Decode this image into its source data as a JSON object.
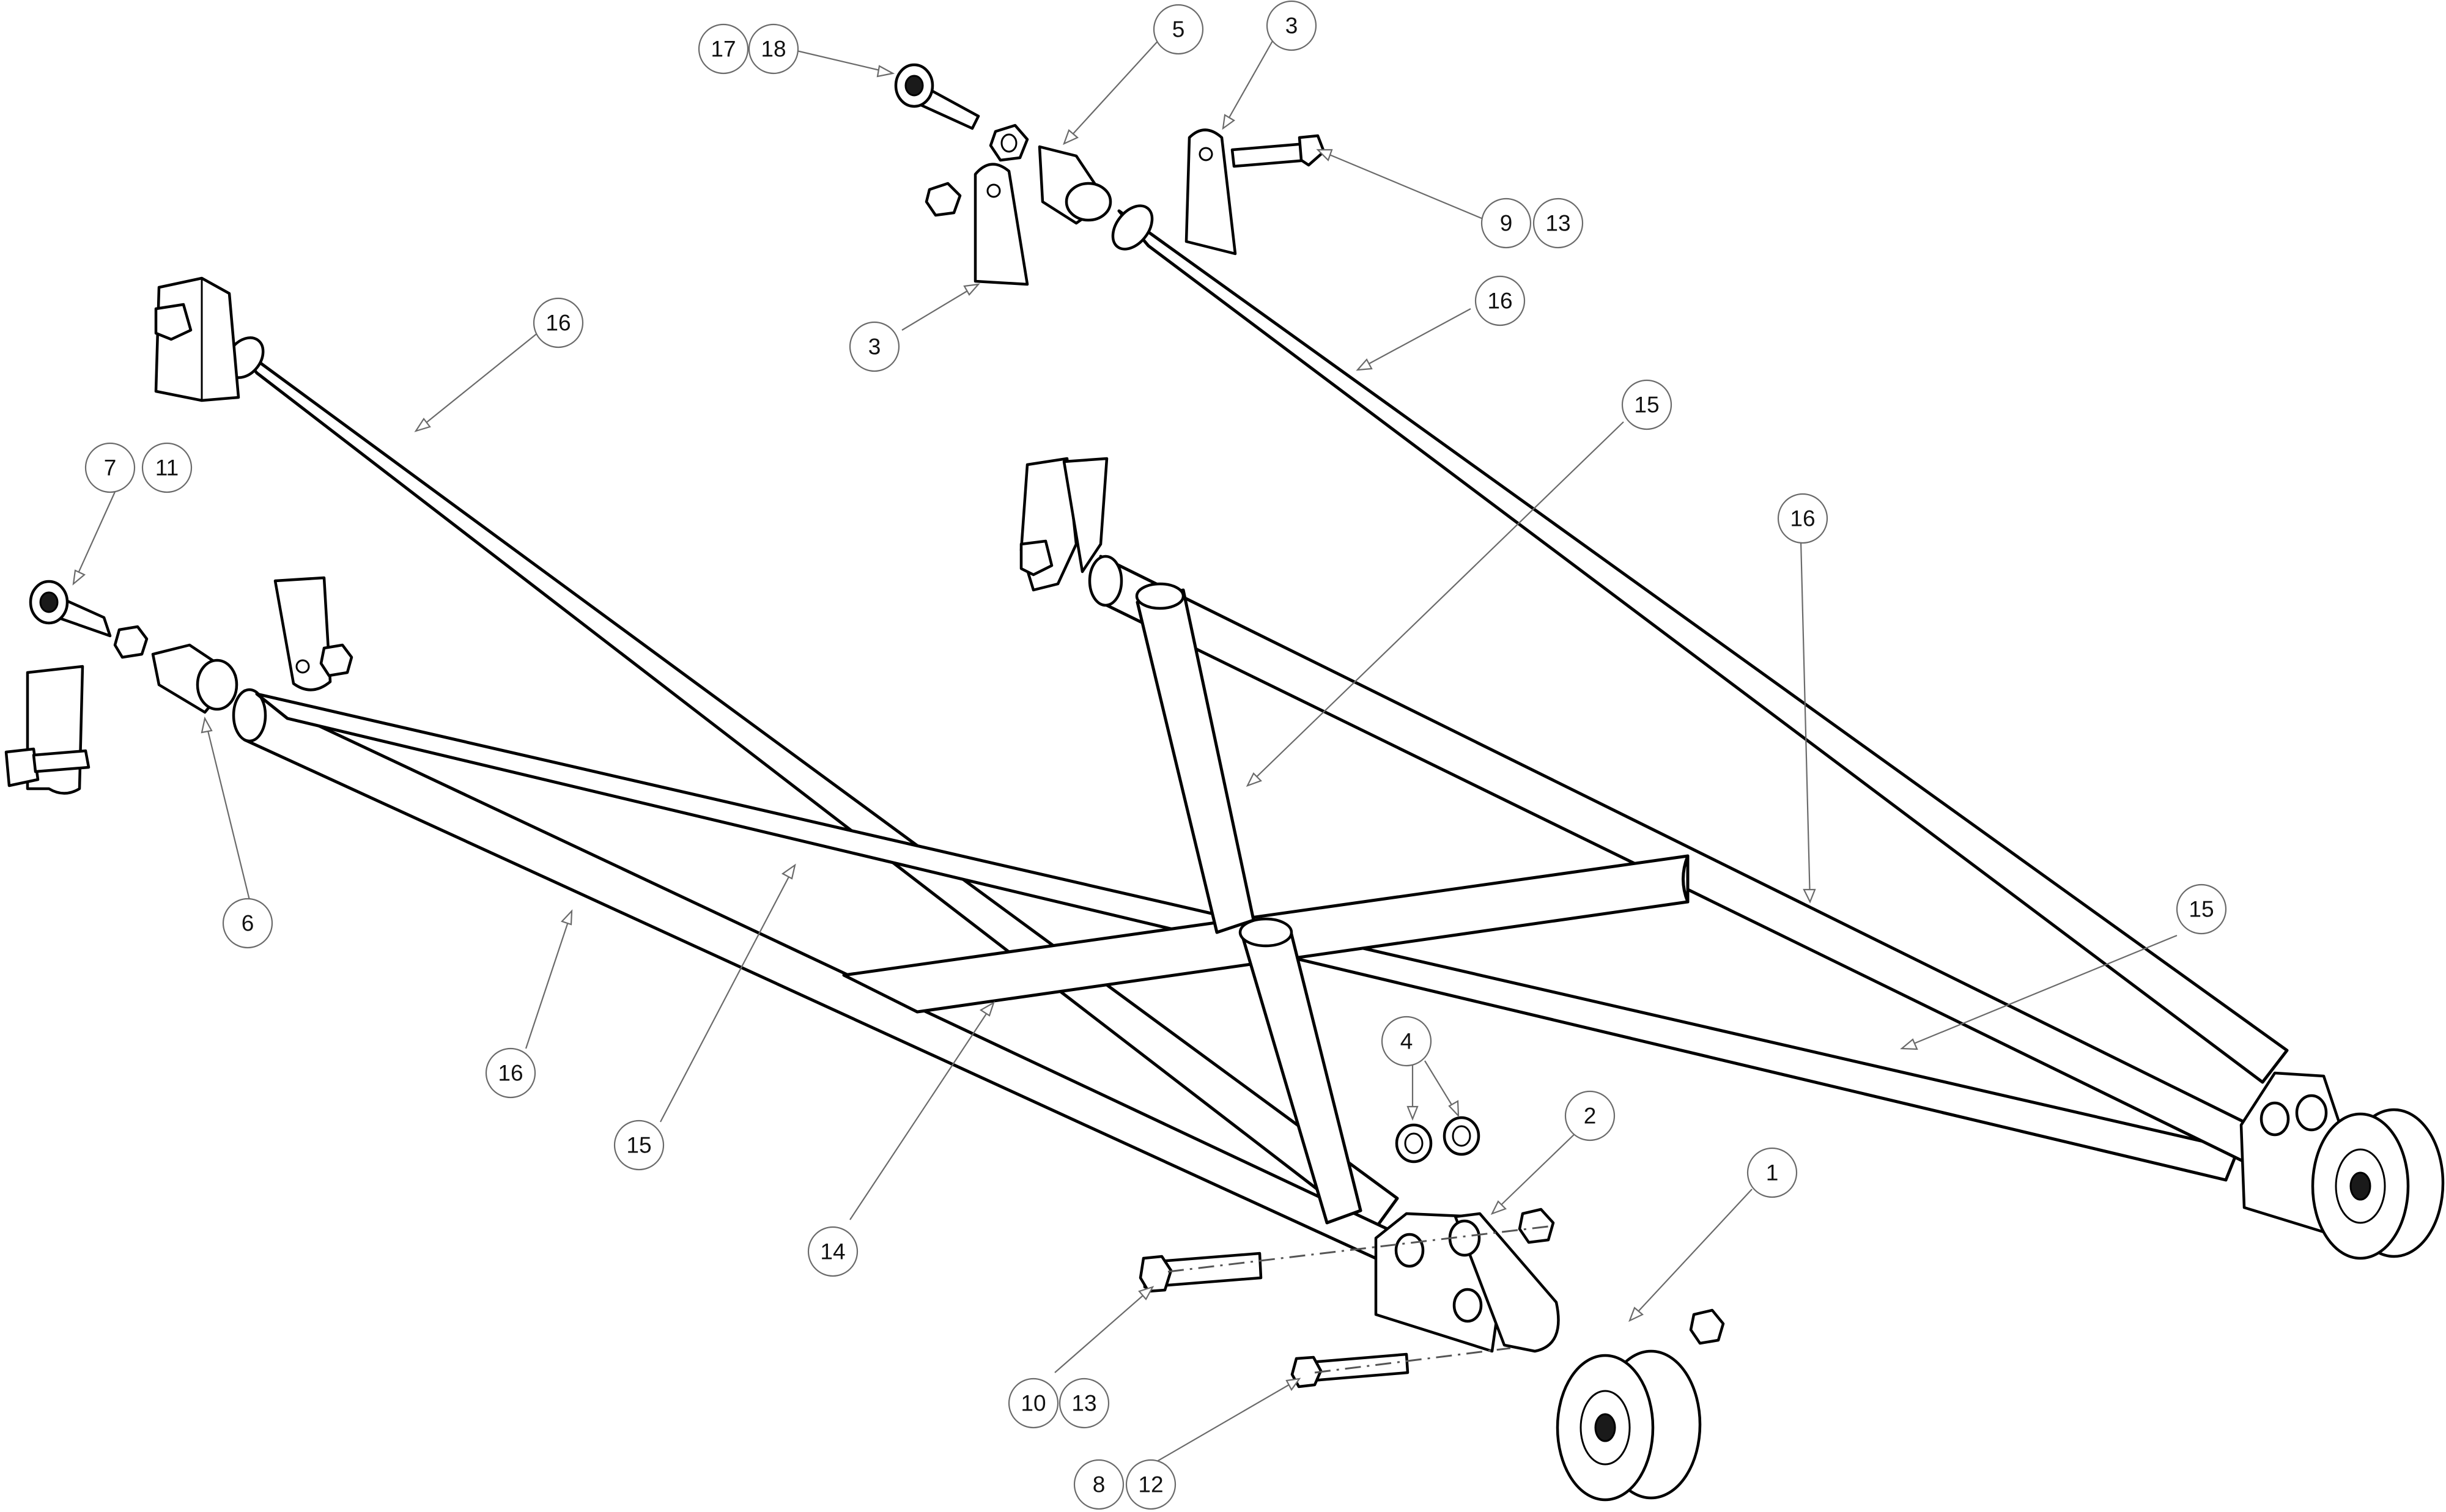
{
  "callouts": [
    {
      "id": "c17",
      "label": "17"
    },
    {
      "id": "c18",
      "label": "18"
    },
    {
      "id": "c5",
      "label": "5"
    },
    {
      "id": "c3a",
      "label": "3"
    },
    {
      "id": "c9",
      "label": "9"
    },
    {
      "id": "c13a",
      "label": "13"
    },
    {
      "id": "c3b",
      "label": "3"
    },
    {
      "id": "c16a",
      "label": "16"
    },
    {
      "id": "c16b",
      "label": "16"
    },
    {
      "id": "c15a",
      "label": "15"
    },
    {
      "id": "c7",
      "label": "7"
    },
    {
      "id": "c11",
      "label": "11"
    },
    {
      "id": "c16c",
      "label": "16"
    },
    {
      "id": "c6",
      "label": "6"
    },
    {
      "id": "c15b",
      "label": "15"
    },
    {
      "id": "c4",
      "label": "4"
    },
    {
      "id": "c2",
      "label": "2"
    },
    {
      "id": "c1",
      "label": "1"
    },
    {
      "id": "c16d",
      "label": "16"
    },
    {
      "id": "c15c",
      "label": "15"
    },
    {
      "id": "c14",
      "label": "14"
    },
    {
      "id": "c10",
      "label": "10"
    },
    {
      "id": "c13b",
      "label": "13"
    },
    {
      "id": "c8",
      "label": "8"
    },
    {
      "id": "c12",
      "label": "12"
    }
  ]
}
